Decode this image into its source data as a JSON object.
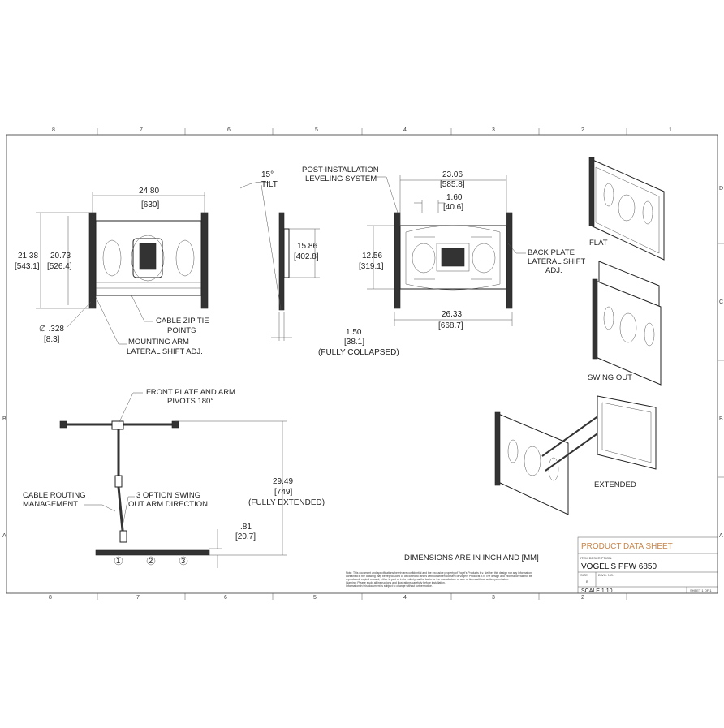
{
  "grid": {
    "columns": [
      "8",
      "7",
      "6",
      "5",
      "4",
      "3",
      "2",
      "1"
    ],
    "rows": [
      "D",
      "C",
      "B",
      "A"
    ]
  },
  "labels": {
    "post_install_1": "POST-INSTALLATION",
    "post_install_2": "LEVELING SYSTEM",
    "back_plate_1": "BACK PLATE",
    "back_plate_2": "LATERAL SHIFT",
    "back_plate_3": "ADJ.",
    "cable_zip_1": "CABLE ZIP TIE",
    "cable_zip_2": "POINTS",
    "mounting_arm_1": "MOUNTING ARM",
    "mounting_arm_2": "LATERAL SHIFT ADJ.",
    "front_plate_1": "FRONT PLATE AND ARM",
    "front_plate_2": "PIVOTS 180°",
    "cable_routing_1": "CABLE ROUTING",
    "cable_routing_2": "MANAGEMENT",
    "swing_option_1": "3 OPTION SWING",
    "swing_option_2": "OUT ARM DIRECTION",
    "flat": "FLAT",
    "swing_out": "SWING OUT",
    "extended": "EXTENDED",
    "units_note": "DIMENSIONS ARE IN INCH AND [MM]",
    "circle_1": "1",
    "circle_2": "2",
    "circle_3": "3"
  },
  "dimensions": {
    "width_in": "24.80",
    "width_mm": "[630]",
    "h1_in": "21.38",
    "h1_mm": "[543.1]",
    "h2_in": "20.73",
    "h2_mm": "[526.4]",
    "hole_in": "∅ .328",
    "hole_mm": "[8.3]",
    "tilt_deg": "15°",
    "tilt_word": "TILT",
    "side_h_in": "15.86",
    "side_h_mm": "[402.8]",
    "depth_in": "1.50",
    "depth_mm": "[38.1]",
    "depth_note": "(FULLY COLLAPSED)",
    "back_w_in": "23.06",
    "back_w_mm": "[585.8]",
    "back_shift_in": "1.60",
    "back_shift_mm": "[40.6]",
    "back_h_in": "12.56",
    "back_h_mm": "[319.1]",
    "back_bottom_in": "26.33",
    "back_bottom_mm": "[668.7]",
    "ext_in": "29.49",
    "ext_mm": "[749]",
    "ext_note": "(FULLY EXTENDED)",
    "base_in": ".81",
    "base_mm": "[20.7]"
  },
  "title_block": {
    "title": "PRODUCT DATA SHEET",
    "item_description_label": "ITEM DESCRIPTION:",
    "item_name": "VOGEL'S PFW 6850",
    "size_label": "SIZE",
    "size_value": "B",
    "dwg_label": "DWG. NO.",
    "scale": "SCALE 1:10",
    "sheet": "SHEET 1 OF 1"
  },
  "disclaimer": [
    "Note: This document and specifications herein are confidential and the exclusive property of Vogel's Products b.v. Neither this design nor any information",
    "contained in the drawing may be reproduced or disclosed to others without written consent of Vogel's Products b.v. The design and information will not be",
    "reproduced, copied or used, either in part or in its entirety, as the basis for the manufacture or sale of items without written permission.",
    "Warning: Please study all instructions and illustrations carefully before installation.",
    "Information in this document is subject to change without further notice."
  ]
}
